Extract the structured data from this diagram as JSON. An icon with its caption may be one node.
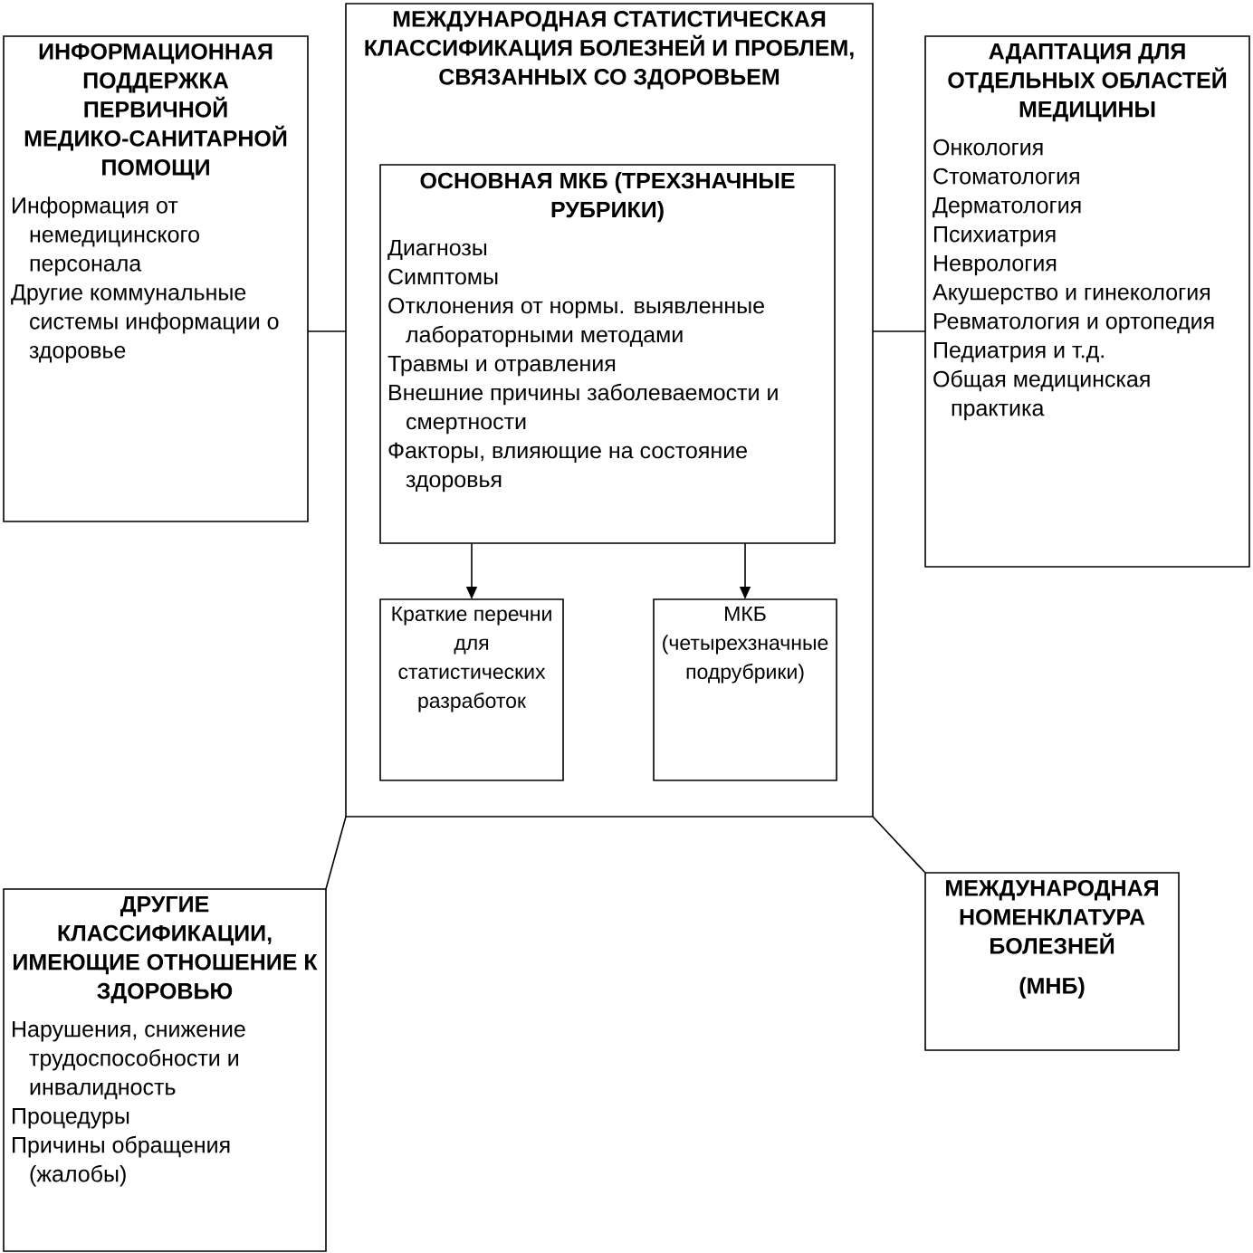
{
  "diagram": {
    "nodes": [
      {
        "text": [
          "ИНФОРМАЦИОННАЯ ПОДДЕРЖКА ПЕРВИЧНОЙ МЕДИКО-САНИТАРНОЙ ПОМОЩИ",
          "Информация от немедицинского персонала",
          "Другие коммунальные системы информации о здоровье"
        ]
      },
      {
        "text": [
          "МЕЖДУНАРОДНАЯ СТАТИСТИЧЕСКАЯ КЛАССИФИКАЦИЯ БОЛЕЗНЕЙ И ПРОБЛЕМ, СВЯЗАННЫХ СО ЗДОРОВЬЕМ"
        ]
      },
      {
        "text": [
          "ОСНОВНАЯ МКБ (ТРЕХЗНАЧНЫЕ РУБРИКИ)",
          "Диагнозы",
          "Симптомы",
          "Отклонения от нормы. выявленные лабораторными методами",
          "Травмы и отравления",
          "Внешние причины заболеваемости и смертности",
          "Факторы, влияющие на состояние здоровья"
        ],
        "in": 1
      },
      {
        "text": [
          "Краткие перечни для статистических разработок"
        ],
        "in": 1
      },
      {
        "text": [
          "МКБ (четырехзначные подрубрики)"
        ],
        "in": 1
      },
      {
        "text": [
          "АДАПТАЦИЯ ДЛЯ ОТДЕЛЬНЫХ ОБЛАСТЕЙ МЕДИЦИНЫ",
          "Онкология",
          "Стоматология",
          "Дерматология",
          "Психиатрия",
          "Неврология",
          "Акушерство и гинекология",
          "Ревматология и ортопедия",
          "Педиатрия и т.д.",
          "Общая медицинская практика"
        ]
      },
      {
        "text": [
          "ДРУГИЕ КЛАССИФИКАЦИИ, ИМЕЮЩИЕ ОТНОШЕНИЕ К ЗДОРОВЬЮ",
          "Нарушения, снижение трудоспособности и инвалидность",
          "Процедуры",
          "Причины обращения (жалобы)"
        ]
      },
      {
        "text": [
          "МЕЖДУНАРОДНАЯ НОМЕНКЛАТУРА БОЛЕЗНЕЙ",
          "(МНБ)"
        ]
      }
    ],
    "edges": [
      {
        "from": 0,
        "to": 1,
        "arrow": "none"
      },
      {
        "from": 1,
        "to": 5,
        "arrow": "none"
      },
      {
        "from": 2,
        "to": 3,
        "arrow": "to"
      },
      {
        "from": 2,
        "to": 4,
        "arrow": "to"
      },
      {
        "from": 1,
        "to": 6,
        "arrow": "none"
      },
      {
        "from": 1,
        "to": 7,
        "arrow": "none"
      }
    ]
  }
}
